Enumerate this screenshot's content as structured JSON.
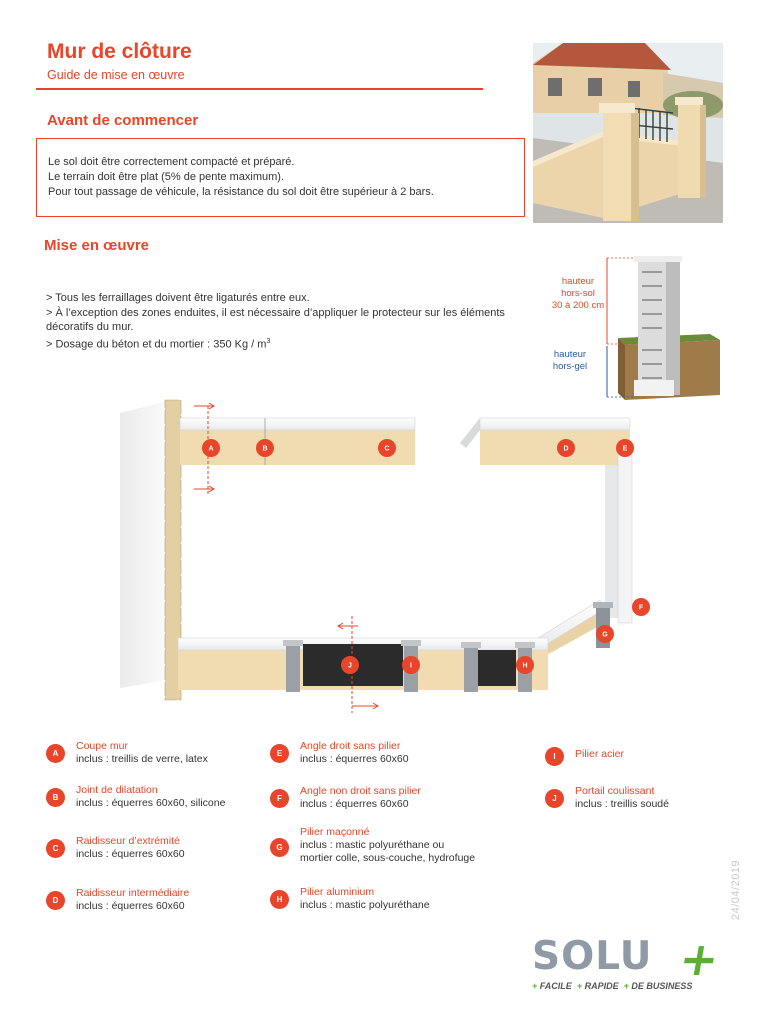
{
  "header": {
    "title": "Mur de clôture",
    "subtitle": "Guide de mise en œuvre"
  },
  "before": {
    "heading": "Avant de commencer",
    "lines": [
      "Le sol doit être correctement compacté et préparé.",
      "Le terrain doit être plat (5% de pente maximum).",
      "Pour tout passage de véhicule, la résistance du sol doit être supérieur à 2 bars."
    ]
  },
  "mise": {
    "heading": "Mise en œuvre",
    "lines": [
      "> Tous les ferraillages doivent être ligaturés entre eux.",
      "> À l’exception des zones enduites, il est nécessaire d’appliquer le protecteur sur les éléments décoratifs du mur.",
      "> Dosage du béton et du mortier : 350 Kg / m"
    ],
    "unit_exponent": "3"
  },
  "pillar_figure": {
    "hauteur_hors_sol": [
      "hauteur",
      "hors-sol",
      "30 à 200 cm"
    ],
    "hauteur_hors_gel": [
      "hauteur",
      "hors-gel"
    ]
  },
  "plan_markers": [
    "A",
    "B",
    "C",
    "D",
    "E",
    "F",
    "G",
    "H",
    "I",
    "J"
  ],
  "legend": [
    {
      "letter": "A",
      "title": "Coupe mur",
      "desc": "inclus : treillis de verre, latex"
    },
    {
      "letter": "B",
      "title": "Joint de dilatation",
      "desc": "inclus : équerres 60x60, silicone"
    },
    {
      "letter": "C",
      "title": "Raidisseur d’extrémité",
      "desc": "inclus : équerres 60x60"
    },
    {
      "letter": "D",
      "title": "Raidisseur intermédiaire",
      "desc": "inclus : équerres 60x60"
    },
    {
      "letter": "E",
      "title": "Angle droit sans pilier",
      "desc": "inclus : équerres 60x60"
    },
    {
      "letter": "F",
      "title": "Angle non droit sans pilier",
      "desc": "inclus : équerres 60x60"
    },
    {
      "letter": "G",
      "title": "Pilier maçonné",
      "desc": "inclus : mastic polyuréthane ou",
      "desc2": "mortier colle, sous-couche, hydrofuge"
    },
    {
      "letter": "H",
      "title": "Pilier aluminium",
      "desc": "inclus : mastic polyuréthane"
    },
    {
      "letter": "I",
      "title": "Pilier acier",
      "desc": ""
    },
    {
      "letter": "J",
      "title": "Portail coulissant",
      "desc": "inclus : treillis soudé"
    }
  ],
  "date": "24/04/2019",
  "brand": {
    "name": "SOLU",
    "plus": "+",
    "tagline": [
      "FACILE",
      "RAPIDE",
      "DE BUSINESS"
    ],
    "colors": {
      "accent": "#e8452a",
      "brand_gray": "#8e9aa6",
      "brand_green": "#5bb033",
      "blue": "#2b5aa7"
    }
  }
}
